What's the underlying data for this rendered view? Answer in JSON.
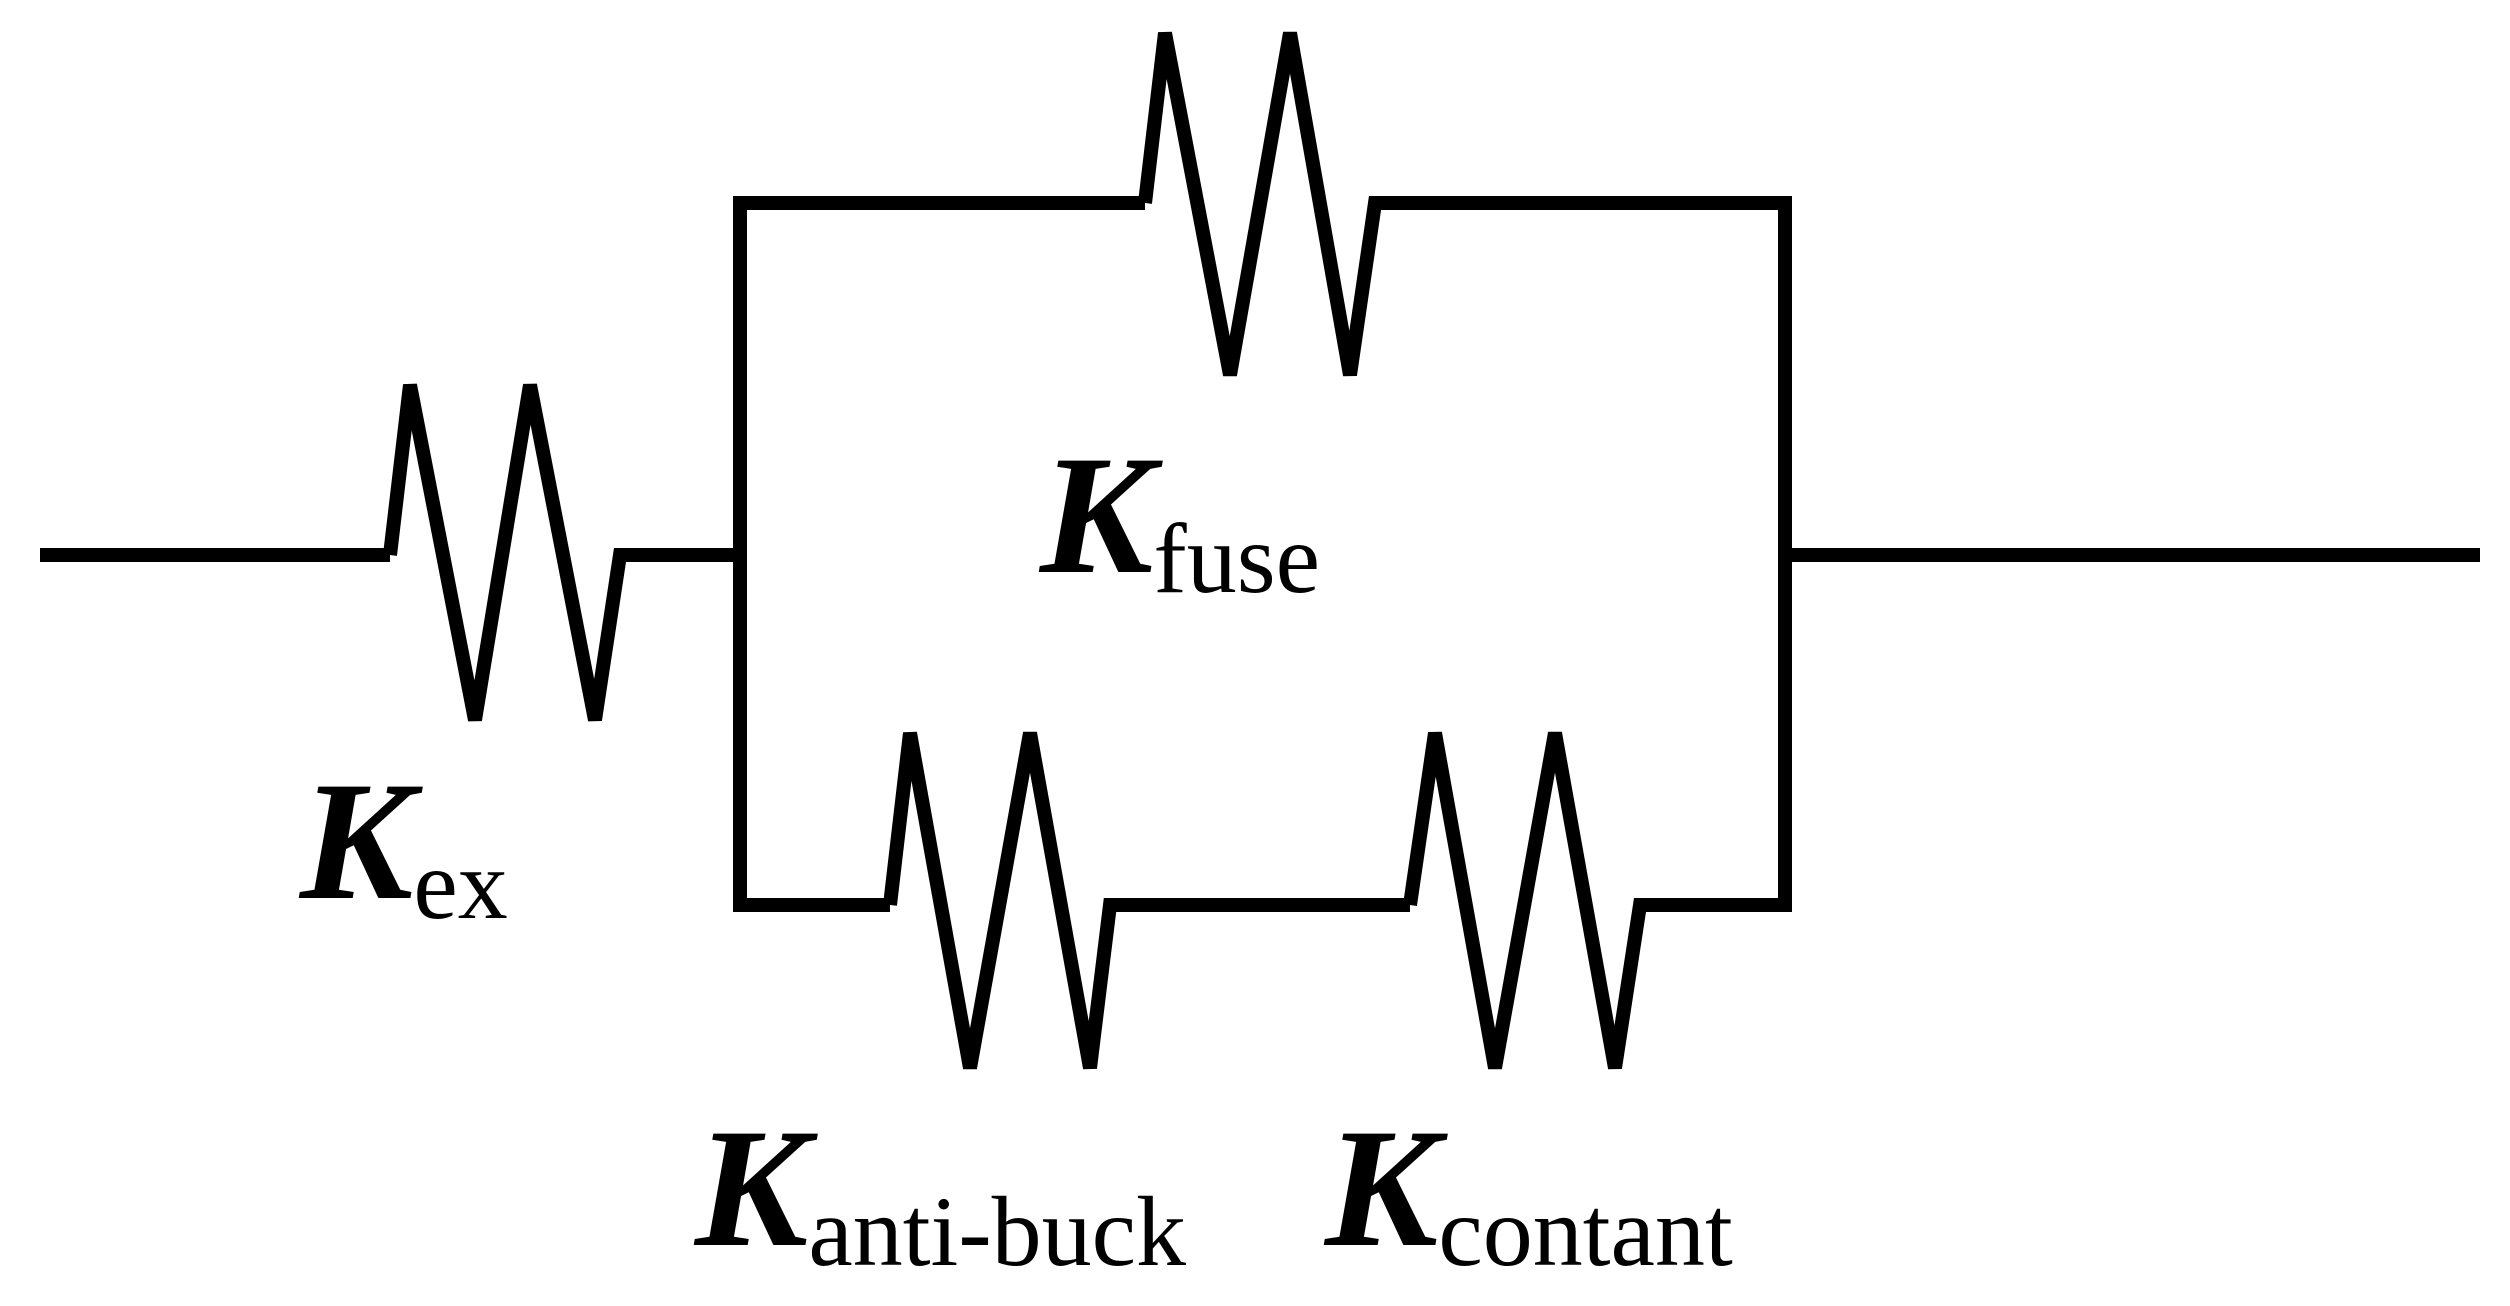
{
  "diagram": {
    "colors": {
      "line": "#000000",
      "background": "#ffffff"
    },
    "labels": {
      "k_ex": {
        "symbol": "K",
        "subscript": "ex"
      },
      "k_fuse": {
        "symbol": "K",
        "subscript": "fuse"
      },
      "k_anti_buck": {
        "symbol": "K",
        "subscript": "anti-buck"
      },
      "k_contant": {
        "symbol": "K",
        "subscript": "contant"
      }
    }
  }
}
